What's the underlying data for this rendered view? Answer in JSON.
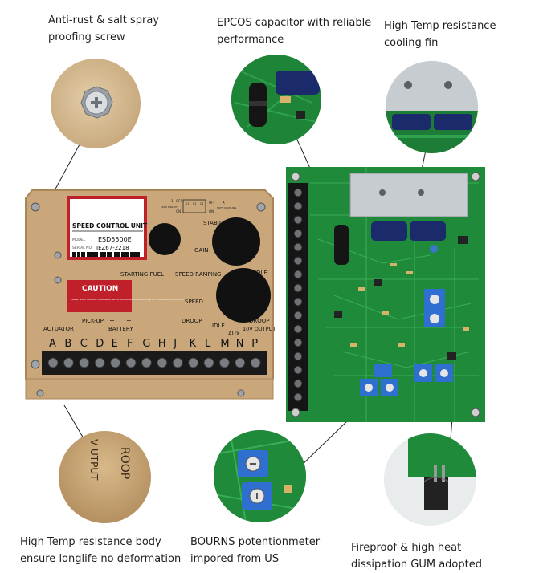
{
  "captions": {
    "screw": [
      "Anti-rust & salt spray",
      "proofing screw"
    ],
    "capacitor": [
      "EPCOS capacitor with reliable",
      "performance"
    ],
    "fin": [
      "High Temp resistance",
      "cooling fin"
    ],
    "body": [
      "High Temp resistance body",
      "ensure longlife no deformation"
    ],
    "potentiometer": [
      "BOURNS potentionmeter",
      "impored from US"
    ],
    "gum": [
      "Fireproof & high heat",
      "dissipation GUM adopted"
    ]
  },
  "unit": {
    "label_title": "SPEED CONTROL UNIT",
    "model_label": "MODEL",
    "model": "ESD5500E",
    "serial_label": "SERIAL NO.",
    "serial": "IEZ67-2218",
    "caution_title": "CAUTION",
    "caution_text": "ENGINE SPEED CONTROL COMPONENT. WHEN INSTALLING OR SERVICING REFER TO PRODUCT PUBLICATION",
    "switch_labels": [
      "1",
      "OFF",
      "ON",
      "LEAD CIRCUIT",
      "S1",
      "S2",
      "C1",
      "OFF",
      "ON",
      "X",
      "SOFT COUPLING"
    ],
    "knob_labels": {
      "stability": "STABILITY",
      "gain": "GAIN",
      "starting_fuel": "STARTING FUEL",
      "speed_ramping": "SPEED RAMPING",
      "speed": "SPEED",
      "idle": "IDLE",
      "droop": "DROOP"
    },
    "terminal_group_labels": {
      "actuator": "ACTUATOR",
      "pickup": "PICK-UP",
      "battery": "BATTERY",
      "minus": "−",
      "plus": "+",
      "droop": "DROOP",
      "idle": "IDLE",
      "aux": "AUX",
      "output": "10V OUTPUT"
    },
    "terminal_letters": [
      "A",
      "B",
      "C",
      "D",
      "E",
      "F",
      "G",
      "H",
      "J",
      "K",
      "L",
      "M",
      "N",
      "P"
    ]
  },
  "detail_texts": {
    "body_closeup": "ROOP",
    "body_closeup_2": "V UTPUT"
  },
  "colors": {
    "pcb": "#1f8a3a",
    "pcb_dark": "#146b2b",
    "case": "#c9a77a",
    "case_dark": "#a8865a",
    "caution_red": "#c0202a",
    "knob": "#111111",
    "pot_blue": "#2f6fd0"
  }
}
